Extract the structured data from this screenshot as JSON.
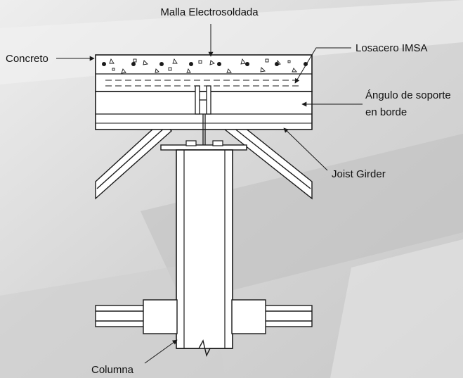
{
  "labels": {
    "malla": "Malla Electrosoldada",
    "concreto": "Concreto",
    "losacero": "Losacero IMSA",
    "angulo_line1": "Ángulo de soporte",
    "angulo_line2": "en borde",
    "joist": "Joist Girder",
    "columna": "Columna"
  },
  "colors": {
    "background": "#d9d9d9",
    "line": "#1a1a1a",
    "fill": "#ffffff"
  }
}
